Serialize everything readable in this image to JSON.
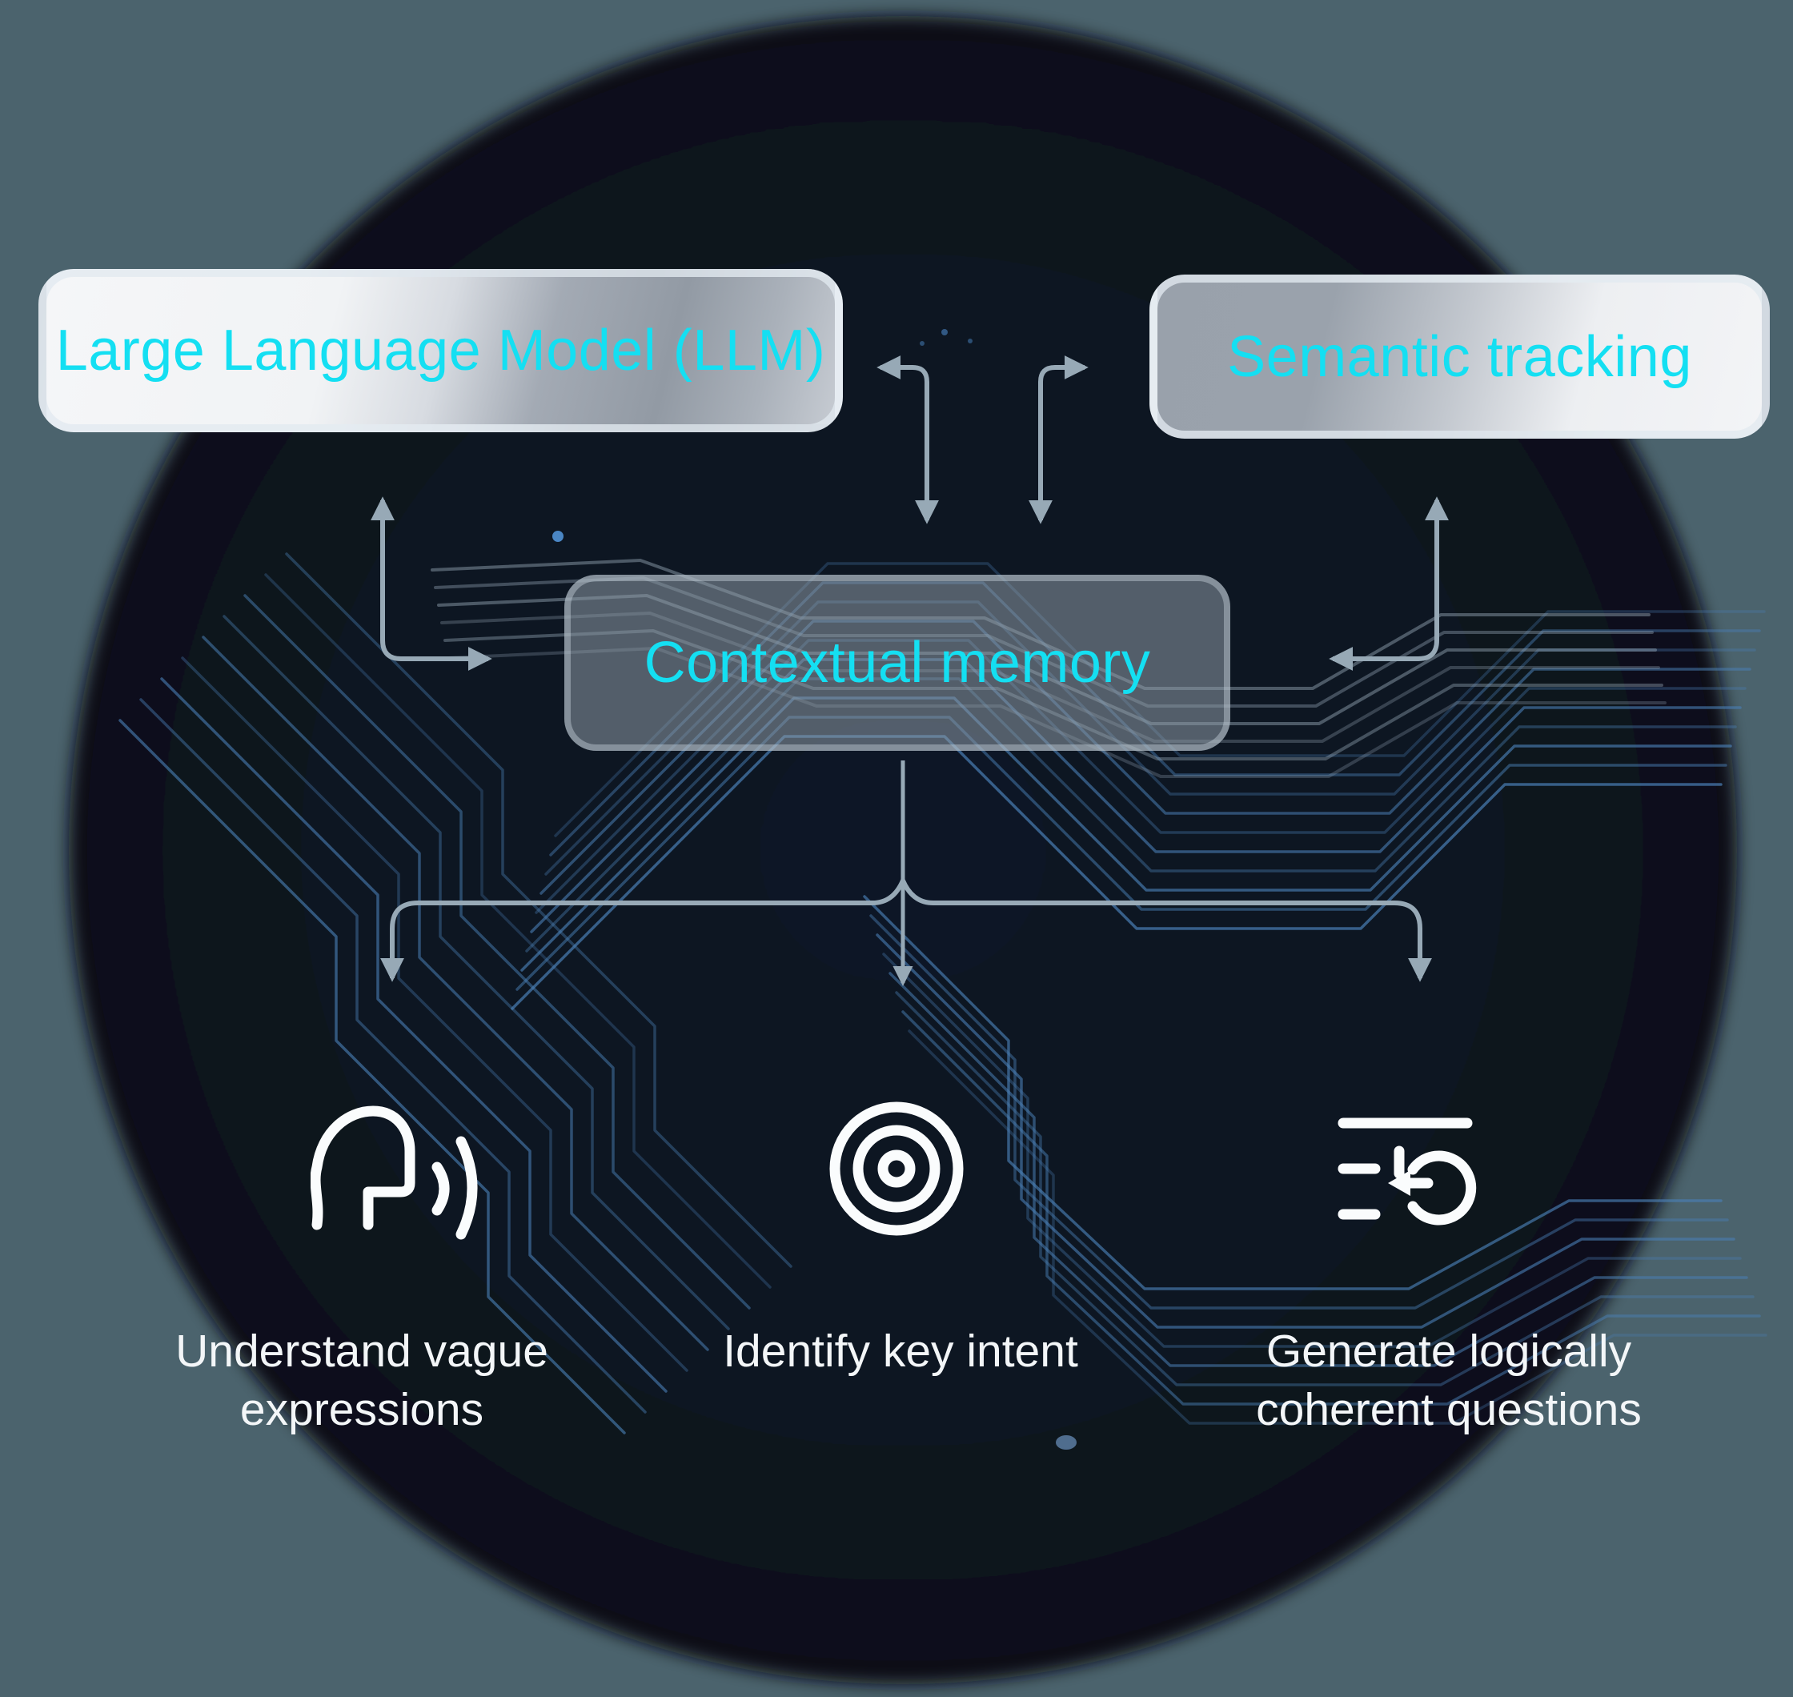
{
  "diagram": {
    "title_present": false,
    "nodes": {
      "llm": {
        "label": "Large Language Model (LLM)"
      },
      "semantic_tracking": {
        "label": "Semantic tracking"
      },
      "contextual_memory": {
        "label": "Contextual memory"
      }
    },
    "connections": [
      "llm <-> contextual_memory (top elbow, arrow left / arrow down)",
      "semantic_tracking <-> contextual_memory (top elbow, arrow right / arrow down)",
      "llm <-> contextual_memory (left side elbow, arrow up / arrow right)",
      "semantic_tracking <-> contextual_memory (right side elbow, arrow up / arrow left)",
      "contextual_memory -> three features (center fork with three down arrows)"
    ],
    "features": [
      {
        "icon": "speaking-head-icon",
        "label": "Understand vague\nexpressions"
      },
      {
        "icon": "target-icon",
        "label": "Identify key intent"
      },
      {
        "icon": "undo-history-icon",
        "label": "Generate logically\ncoherent questions"
      }
    ],
    "colors": {
      "accent_cyan": "#14DFF2",
      "arrow_gray": "#97A9B6",
      "background_slate": "#4B636D",
      "circle_navy": "#0A1420",
      "trace_blue": "#4A7FB5",
      "trace_gray": "#98AABA",
      "label_white": "#F3F6F8",
      "box_light": "#F3F4F6",
      "box_gray": "#99A1AB"
    }
  }
}
